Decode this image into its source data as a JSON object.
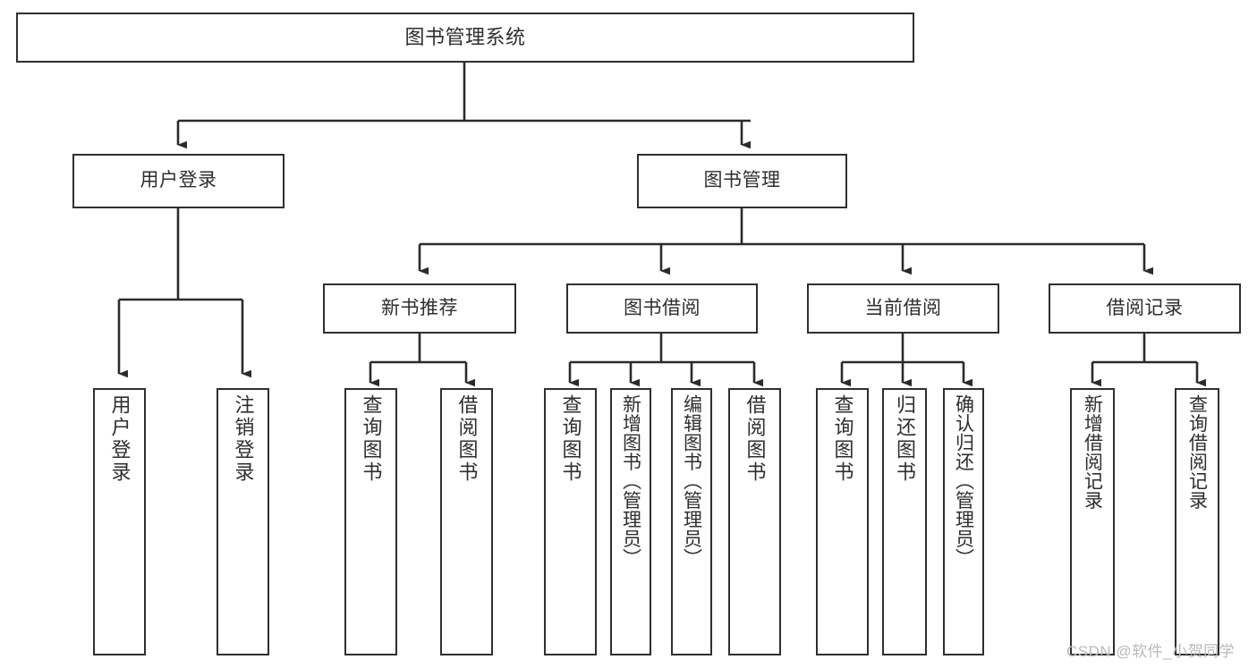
{
  "diagram": {
    "title": "图书管理系统",
    "type": "tree-hierarchy-chart",
    "watermark": "CSDN @软件_小贺同学",
    "colors": {
      "background": "#ffffff",
      "box_border": "#2f2f2f",
      "box_fill": "#ffffff",
      "text": "#2e2e2e",
      "connector": "#2b2b2b",
      "watermark": "#b9b9b9"
    }
  },
  "nodes": {
    "root": {
      "label": "图书管理系统"
    },
    "level1": [
      {
        "id": "user-login",
        "label": "用户登录"
      },
      {
        "id": "book-management",
        "label": "图书管理"
      }
    ],
    "level2": [
      {
        "id": "new-book-recommend",
        "label": "新书推荐"
      },
      {
        "id": "book-borrow",
        "label": "图书借阅"
      },
      {
        "id": "current-borrow",
        "label": "当前借阅"
      },
      {
        "id": "borrow-record",
        "label": "借阅记录"
      }
    ],
    "leaves": {
      "user_login": [
        {
          "id": "leaf-user-login",
          "label": "用户登录"
        },
        {
          "id": "leaf-logout",
          "label": "注销登录"
        }
      ],
      "new_book_recommend": [
        {
          "id": "leaf-query-book-1",
          "label": "查询图书"
        },
        {
          "id": "leaf-borrow-book-1",
          "label": "借阅图书"
        }
      ],
      "book_borrow": [
        {
          "id": "leaf-query-book-2",
          "label": "查询图书"
        },
        {
          "id": "leaf-add-book",
          "label": "新增图书（管理员）"
        },
        {
          "id": "leaf-edit-book",
          "label": "编辑图书（管理员）"
        },
        {
          "id": "leaf-borrow-book-2",
          "label": "借阅图书"
        }
      ],
      "current_borrow": [
        {
          "id": "leaf-query-book-3",
          "label": "查询图书"
        },
        {
          "id": "leaf-return-book",
          "label": "归还图书"
        },
        {
          "id": "leaf-confirm-return",
          "label": "确认归还（管理员）"
        }
      ],
      "borrow_record": [
        {
          "id": "leaf-add-record",
          "label": "新增借阅记录"
        },
        {
          "id": "leaf-query-record",
          "label": "查询借阅记录"
        }
      ]
    }
  }
}
